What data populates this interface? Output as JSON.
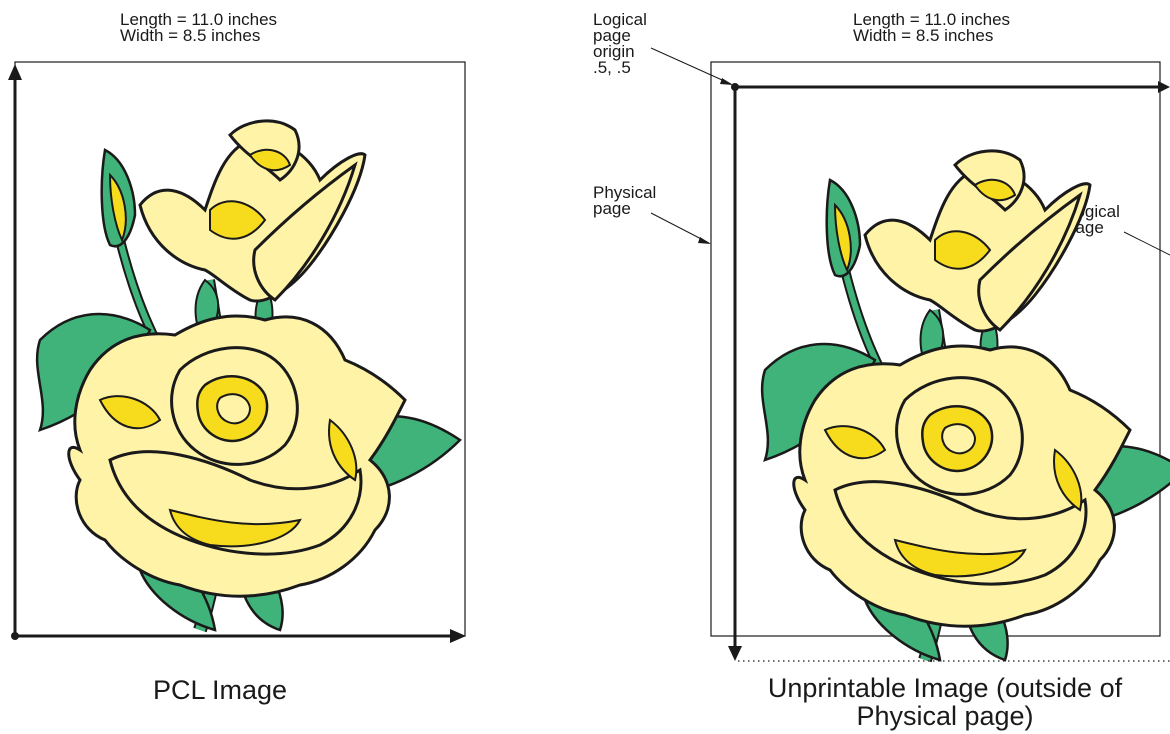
{
  "left_panel": {
    "dimensions": "Length = 11.0 inches\nWidth = 8.5 inches",
    "caption": "PCL  Image"
  },
  "right_panel": {
    "dimensions": "Length = 11.0 inches\nWidth = 8.5 inches",
    "origin_label": "Logical\npage\norigin\n.5, .5",
    "physical_page_label": "Physical\npage",
    "logical_page_label": "Logical\npage",
    "caption": "Unprintable Image (outside of\nPhysical page)"
  },
  "colors": {
    "petal": "#fff3a8",
    "petal_shade": "#f7dc1e",
    "leaf": "#3fb37a",
    "outline": "#1a1a1a"
  }
}
